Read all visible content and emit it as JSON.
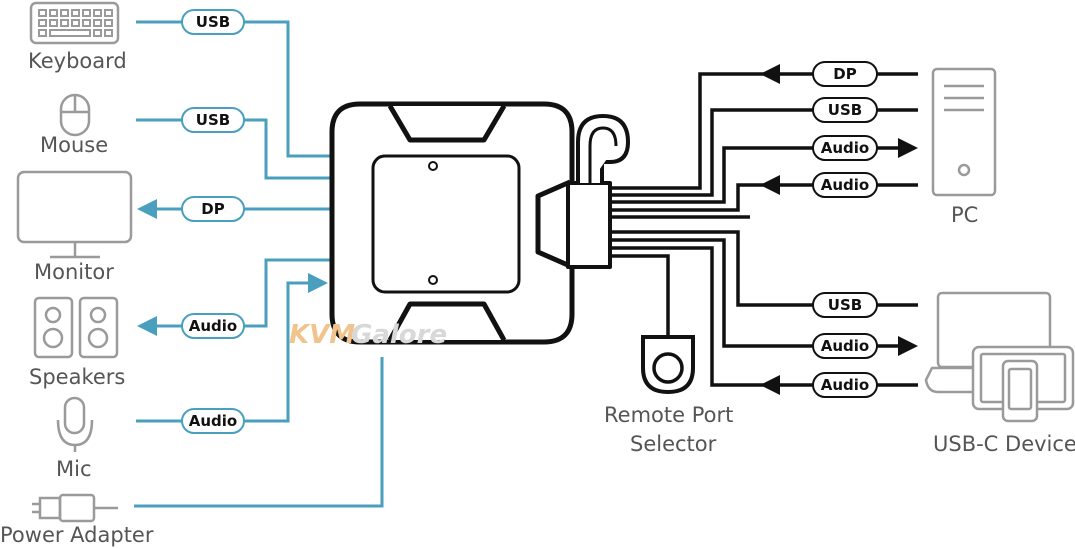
{
  "colors": {
    "blue_cable": "#4a9fbf",
    "black_cable": "#111111",
    "device_gray": "#9a9a9a",
    "watermark_kvm": "#f2c48d",
    "watermark_galore": "#d8d8d8"
  },
  "devices": {
    "keyboard": "Keyboard",
    "mouse": "Mouse",
    "monitor": "Monitor",
    "speakers": "Speakers",
    "mic": "Mic",
    "power_adapter": "Power Adapter",
    "pc": "PC",
    "usbc_device": "USB-C Device",
    "remote_line1": "Remote Port",
    "remote_line2": "Selector"
  },
  "left_connectors": {
    "keyboard": "USB",
    "mouse": "USB",
    "monitor": "DP",
    "speakers": "Audio",
    "mic": "Audio"
  },
  "pc_connectors": {
    "dp": "DP",
    "usb": "USB",
    "audio_out": "Audio",
    "audio_in": "Audio"
  },
  "usbc_connectors": {
    "usb": "USB",
    "audio_out": "Audio",
    "audio_in": "Audio"
  },
  "watermark": {
    "part1": "KVM",
    "part2": "Galore"
  },
  "icons": [
    "keyboard-icon",
    "mouse-icon",
    "monitor-icon",
    "speakers-icon",
    "microphone-icon",
    "power-adapter-icon",
    "pc-tower-icon",
    "laptop-tablet-phone-icon",
    "remote-port-selector-icon",
    "kvm-switch-icon"
  ]
}
